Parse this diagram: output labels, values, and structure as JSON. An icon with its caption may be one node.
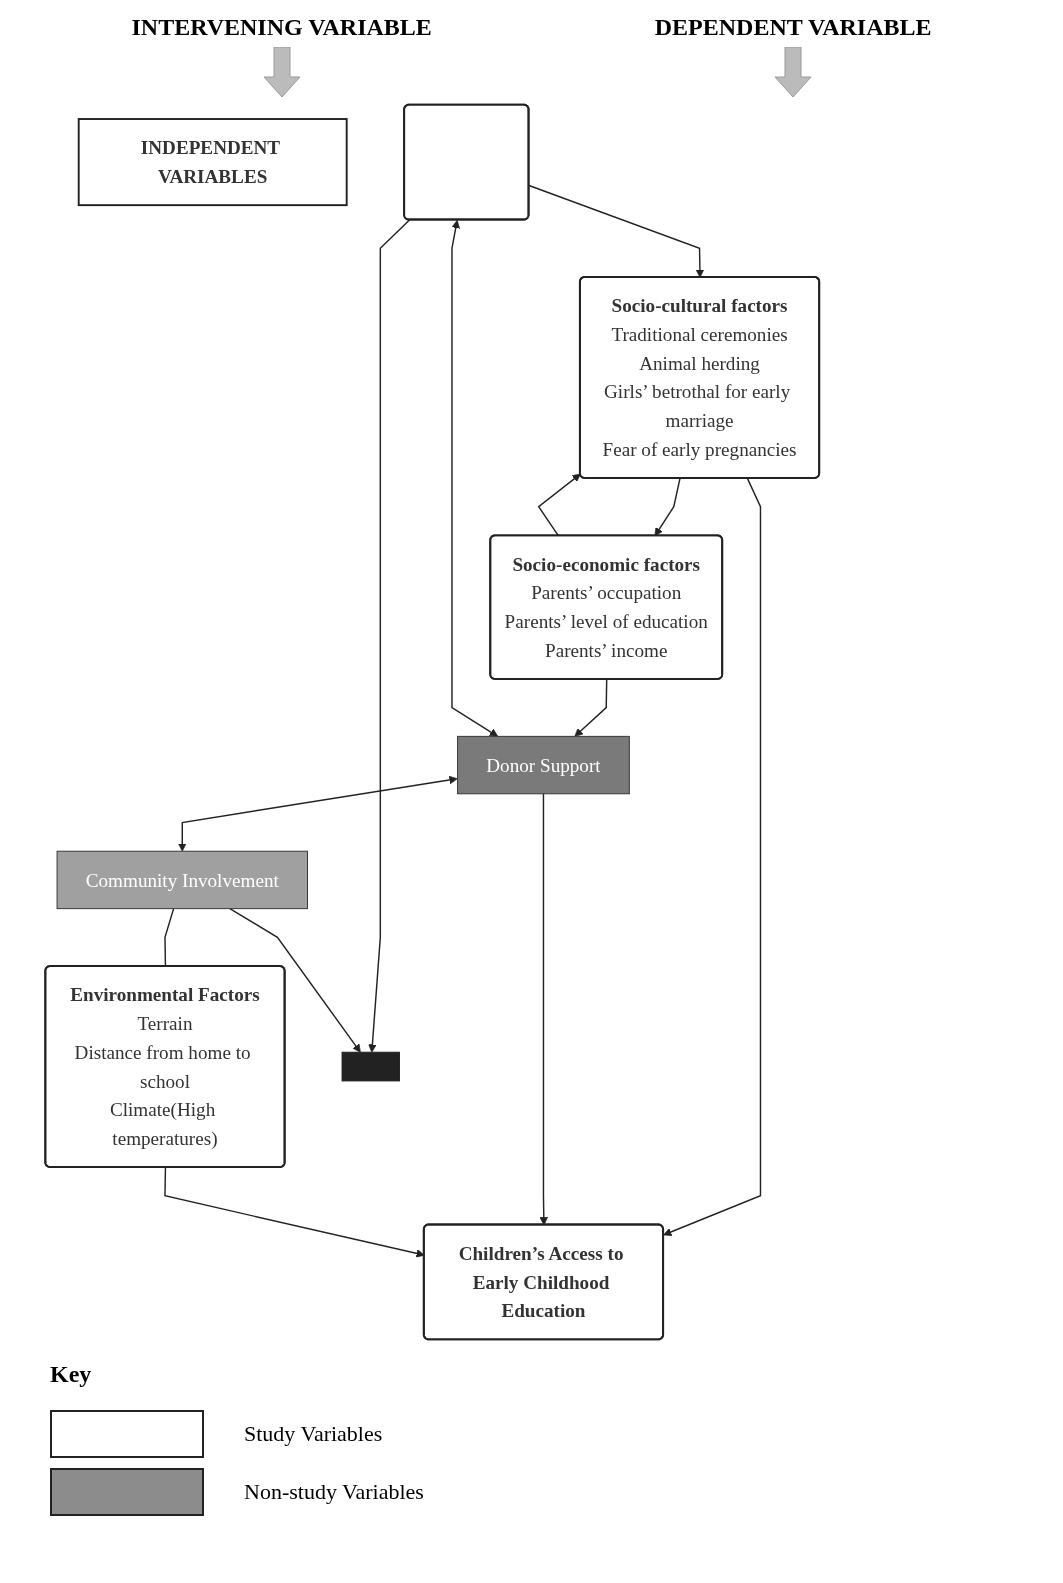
{
  "diagram": {
    "nodes": [
      {
        "text": [
          "INDEPENDENT VARIABLES"
        ]
      },
      {
        "text": [
          "Socio-cultural factors",
          "Traditional ceremonies",
          "Animal herding",
          "Girls’ betrothal for early marriage",
          "Fear of early pregnancies"
        ]
      },
      {
        "text": [
          "Socio-economic factors",
          "Parents’ occupation",
          "Parents’ level of education",
          "Parents’ income"
        ]
      },
      {
        "text": [
          "Environmental Factors",
          "Terrain",
          "Distance from home to school",
          "Climate(High temperatures)"
        ]
      },
      {
        "text": [],
        "shape": "box"
      },
      {
        "text": [
          "Donor Support"
        ]
      },
      {
        "text": [
          "Community Involvement"
        ]
      },
      {
        "text": [
          "Children’s Access to Early Childhood Education"
        ]
      },
      {
        "text": [],
        "shape": "bar"
      }
    ],
    "edges": [
      {
        "from": 1,
        "to": 7,
        "arrow": "to"
      },
      {
        "from": 4,
        "to": 1,
        "arrow": "to"
      },
      {
        "from": 1,
        "to": 2,
        "arrow": "to"
      },
      {
        "from": 2,
        "to": 1,
        "arrow": "to"
      },
      {
        "from": 2,
        "to": 5,
        "arrow": "to"
      },
      {
        "from": 4,
        "to": 5,
        "arrow": "both"
      },
      {
        "from": 5,
        "to": 6,
        "arrow": "both"
      },
      {
        "from": 5,
        "to": 7,
        "arrow": "to"
      },
      {
        "from": 4,
        "to": 8,
        "arrow": "to"
      },
      {
        "from": 6,
        "to": 8,
        "arrow": "to"
      },
      {
        "from": 6,
        "to": 3,
        "arrow": "none"
      },
      {
        "from": 3,
        "to": 7,
        "arrow": "to"
      }
    ],
    "labels": [
      "INTERVENING VARIABLE",
      "DEPENDENT VARIABLE",
      "Key"
    ],
    "legend": [
      {
        "text": "Study Variables",
        "color": "#ffffff"
      },
      {
        "text": "Non-study Variables",
        "color": "#8c8c8c"
      }
    ]
  }
}
